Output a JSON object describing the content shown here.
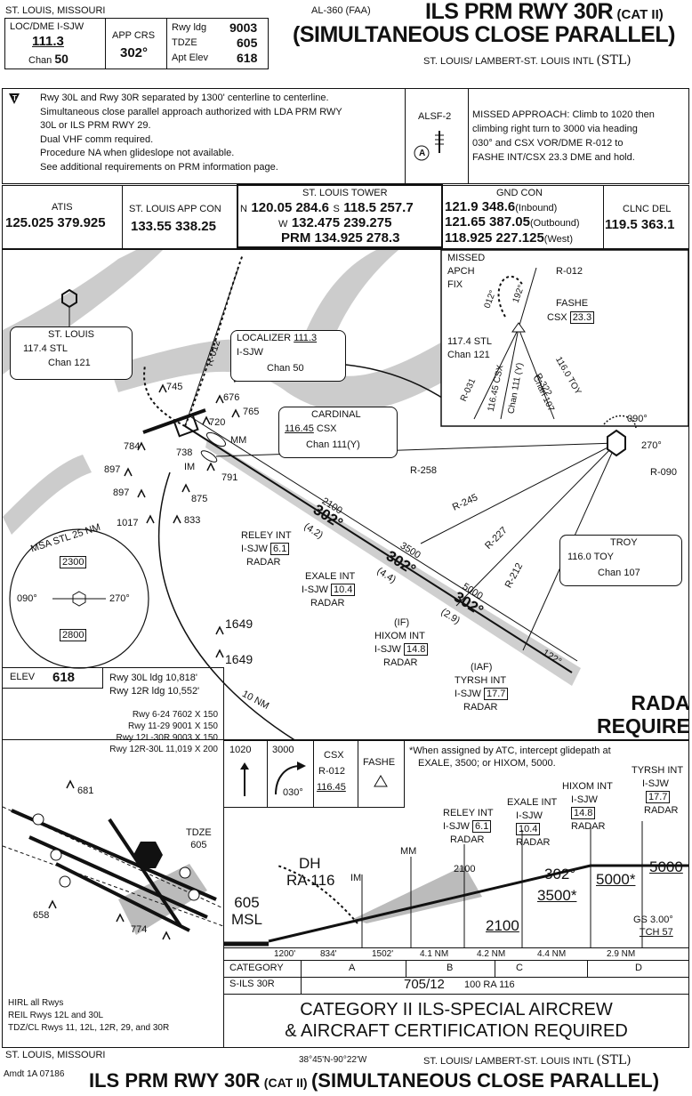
{
  "header": {
    "location": "ST. LOUIS, MISSOURI",
    "procedure_id": "AL-360 (FAA)",
    "title_line1": "ILS PRM RWY 30R",
    "title_cat": "(CAT II)",
    "title_line2": "(SIMULTANEOUS CLOSE PARALLEL)",
    "airport_city": "ST. LOUIS/",
    "airport_name": "LAMBERT-ST. LOUIS INTL",
    "airport_code": "(STL)",
    "loc_label": "LOC/DME I-SJW",
    "loc_freq": "111.3",
    "loc_chan_label": "Chan",
    "loc_chan": "50",
    "app_crs_label": "APP CRS",
    "app_crs": "302°",
    "rwy_ldg_label": "Rwy ldg",
    "rwy_ldg": "9003",
    "tdze_label": "TDZE",
    "tdze": "605",
    "apt_elev_label": "Apt Elev",
    "apt_elev": "618"
  },
  "notes": {
    "lines": [
      "Rwy 30L and Rwy 30R separated by 1300' centerline to centerline.",
      "Simultaneous close parallel approach authorized with LDA PRM RWY",
      "30L or ILS PRM RWY 29.",
      "Dual VHF comm required.",
      "Procedure NA when glideslope not available.",
      "See additional requirements on PRM information page."
    ],
    "alsf": "ALSF-2",
    "alsf_symbol": "A",
    "missed_approach": [
      "MISSED APPROACH: Climb to 1020 then",
      "climbing right turn to 3000 via heading",
      "030° and CSX VOR/DME R-012 to",
      "FASHE INT/CSX 23.3 DME and hold."
    ]
  },
  "comms": {
    "atis_label": "ATIS",
    "atis_freq": "125.025 379.925",
    "app_label": "ST. LOUIS APP CON",
    "app_freq": "133.55 338.25",
    "tower_label": "ST. LOUIS TOWER",
    "tower_n_prefix": "N",
    "tower_n": "120.05 284.6",
    "tower_s_prefix": "S",
    "tower_s": "118.5 257.7",
    "tower_w_prefix": "W",
    "tower_w": "132.475 239.275",
    "tower_prm": "PRM 134.925 278.3",
    "gnd_label": "GND CON",
    "gnd1": "121.9 348.6",
    "gnd1_note": "(Inbound)",
    "gnd2": "121.65 387.05",
    "gnd2_note": "(Outbound)",
    "gnd3": "118.925 227.125",
    "gnd3_note": "(West)",
    "clnc_label": "CLNC DEL",
    "clnc_freq": "119.5 363.1"
  },
  "plan": {
    "stl_name": "ST. LOUIS",
    "stl_freq": "117.4 STL",
    "stl_chan": "Chan 121",
    "loc_box_label": "LOCALIZER",
    "loc_box_freq": "111.3",
    "loc_box_id": "I-SJW",
    "loc_box_chan": "Chan 50",
    "cardinal_name": "CARDINAL",
    "cardinal_freq": "116.45",
    "cardinal_id": "CSX",
    "cardinal_chan": "Chan 111(Y)",
    "troy_name": "TROY",
    "troy_freq": "116.0",
    "troy_id": "TOY",
    "troy_chan": "Chan 107",
    "radar_required": "RADAR REQUIRED",
    "radar_req_line1": "RADAR",
    "radar_req_line2": "REQUIRED",
    "r012": "R-012",
    "r258": "R-258",
    "r245": "R-245",
    "r227": "R-227",
    "r212": "R-212",
    "r090": "R-090",
    "deg090": "090°",
    "deg270": "270°",
    "crs302": "302°",
    "crs122": "122°",
    "alt2100": "2100",
    "alt3500": "3500",
    "alt5000": "5000",
    "d42": "(4.2)",
    "d44": "(4.4)",
    "d29": "(2.9)",
    "relay": "RELEY INT",
    "relay_id": "I-SJW",
    "relay_dme": "6.1",
    "exale": "EXALE INT",
    "exale_id": "I-SJW",
    "exale_dme": "10.4",
    "hixom_if": "(IF)",
    "hixom": "HIXOM INT",
    "hixom_id": "I-SJW",
    "hixom_dme": "14.8",
    "tyrsh_iaf": "(IAF)",
    "tyrsh": "TYRSH INT",
    "tyrsh_id": "I-SJW",
    "tyrsh_dme": "17.7",
    "radar": "RADAR",
    "mm": "MM",
    "im": "IM",
    "obstacles": [
      "745",
      "676",
      "765",
      "720",
      "784",
      "738",
      "791",
      "897",
      "897",
      "875",
      "1017",
      "833",
      "1649",
      "1649"
    ],
    "msa_label": "MSA STL 25 NM",
    "msa_2300": "2300",
    "msa_2800": "2800",
    "msa_090": "090°",
    "msa_270": "270°",
    "ring_10nm": "10 NM",
    "inset_missed": "MISSED",
    "inset_apch": "APCH",
    "inset_fix": "FIX",
    "inset_r012": "R-012",
    "inset_fashe": "FASHE",
    "inset_csx": "CSX",
    "inset_csx_dme": "23.3",
    "inset_stl": "117.4 STL",
    "inset_stl_chan": "Chan 121",
    "inset_r031": "R-031",
    "inset_csx_radial": "116.45 CSX",
    "inset_csx_chan": "Chan 111 (Y)",
    "inset_toy": "116.0 TOY",
    "inset_r322": "R-322",
    "inset_toy_chan": "Chan 107",
    "inset_012": "012°",
    "inset_192": "192°"
  },
  "airport": {
    "elev_label": "ELEV",
    "elev": "618",
    "ldg30l": "Rwy 30L ldg 10,818'",
    "ldg12r": "Rwy 12R ldg 10,552'",
    "rwys": [
      "Rwy 6-24 7602 X 150",
      "Rwy 11-29 9001 X 150",
      "Rwy 12L-30R 9003 X 150",
      "Rwy 12R-30L 11,019 X 200"
    ],
    "obs681": "681",
    "obs658": "658",
    "obs774": "774",
    "tdze_label": "TDZE",
    "tdze": "605",
    "lighting": [
      "HIRL all Rwys",
      "REIL Rwys 12L and 30L",
      "TDZ/CL Rwys 11, 12L, 12R, 29, and 30R"
    ]
  },
  "profile": {
    "ma_1020": "1020",
    "ma_3000": "3000",
    "ma_030": "030°",
    "ma_csx": "CSX",
    "ma_r012": "R-012",
    "ma_11645": "116.45",
    "ma_fashe": "FASHE",
    "note_line1": "*When assigned by ATC, intercept glidepath at",
    "note_line2": "EXALE, 3500; or HIXOM, 5000.",
    "tyrsh": "TYRSH INT",
    "tyrsh_id": "I-SJW",
    "tyrsh_dme": "17.7",
    "hixom": "HIXOM INT",
    "hixom_id": "I-SJW",
    "hixom_dme": "14.8",
    "exale": "EXALE INT",
    "exale_id": "I-SJW",
    "exale_dme": "10.4",
    "relay": "RELEY INT",
    "relay_id": "I-SJW",
    "relay_dme": "6.1",
    "radar": "RADAR",
    "mm": "MM",
    "im": "IM",
    "dh": "DH",
    "ra116": "RA 116",
    "tdz_605": "605",
    "msl": "MSL",
    "alt2100": "2100",
    "alt2100b": "2100",
    "crs302": "302°",
    "alt3500": "3500*",
    "alt5000a": "5000*",
    "alt5000b": "5000",
    "gs": "GS 3.00°",
    "tch": "TCH 57",
    "dist": [
      "1200'",
      "834'",
      "1502'",
      "4.1 NM",
      "4.2 NM",
      "4.4 NM",
      "2.9 NM"
    ]
  },
  "minima": {
    "category_label": "CATEGORY",
    "cats": [
      "A",
      "B",
      "C",
      "D"
    ],
    "row_label": "S-ILS 30R",
    "row_value": "705/12",
    "row_ra": "100 RA 116",
    "cat2_line1": "CATEGORY II ILS-SPECIAL AIRCREW",
    "cat2_line2": "& AIRCRAFT CERTIFICATION REQUIRED"
  },
  "footer": {
    "location": "ST. LOUIS, MISSOURI",
    "amdt": "Amdt 1A 07186",
    "coords": "38°45'N-90°22'W",
    "airport_city": "ST. LOUIS/",
    "airport_name": "LAMBERT-ST. LOUIS INTL",
    "airport_code": "(STL)",
    "title": "ILS PRM RWY 30R",
    "title_cat": "(CAT II)",
    "title2": "(SIMULTANEOUS CLOSE PARALLEL)"
  }
}
